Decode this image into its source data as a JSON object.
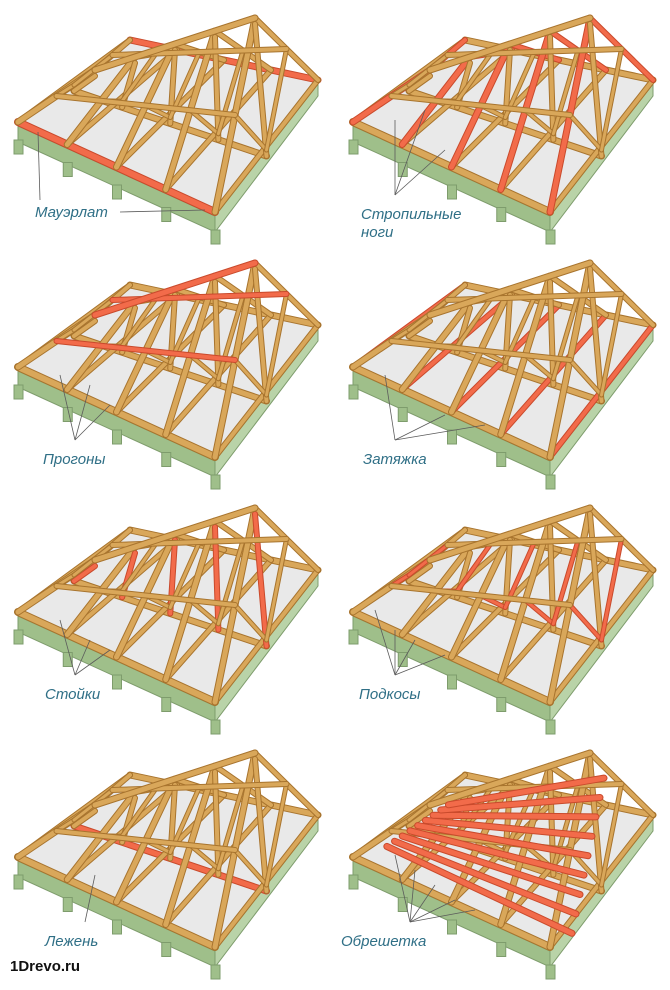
{
  "panels": [
    {
      "id": "mauerlat",
      "label": "Мауэрлат",
      "highlight": "mauerlat"
    },
    {
      "id": "rafters",
      "label": "Стропильные",
      "label2": "ноги",
      "highlight": "rafters"
    },
    {
      "id": "purlins",
      "label": "Прогоны",
      "highlight": "purlins"
    },
    {
      "id": "tie",
      "label": "Затяжка",
      "highlight": "tie"
    },
    {
      "id": "posts",
      "label": "Стойки",
      "highlight": "posts"
    },
    {
      "id": "struts",
      "label": "Подкосы",
      "highlight": "struts"
    },
    {
      "id": "sill",
      "label": "Лежень",
      "highlight": "sill"
    },
    {
      "id": "battens",
      "label": "Обрешетка",
      "highlight": "battens"
    }
  ],
  "site": "1Drevo.ru",
  "colors": {
    "wood": "#d9a75a",
    "wood_dark": "#a8742e",
    "highlight": "#f26b4a",
    "wall": "#9fbf8a",
    "wall_top": "#e9e9e9"
  }
}
